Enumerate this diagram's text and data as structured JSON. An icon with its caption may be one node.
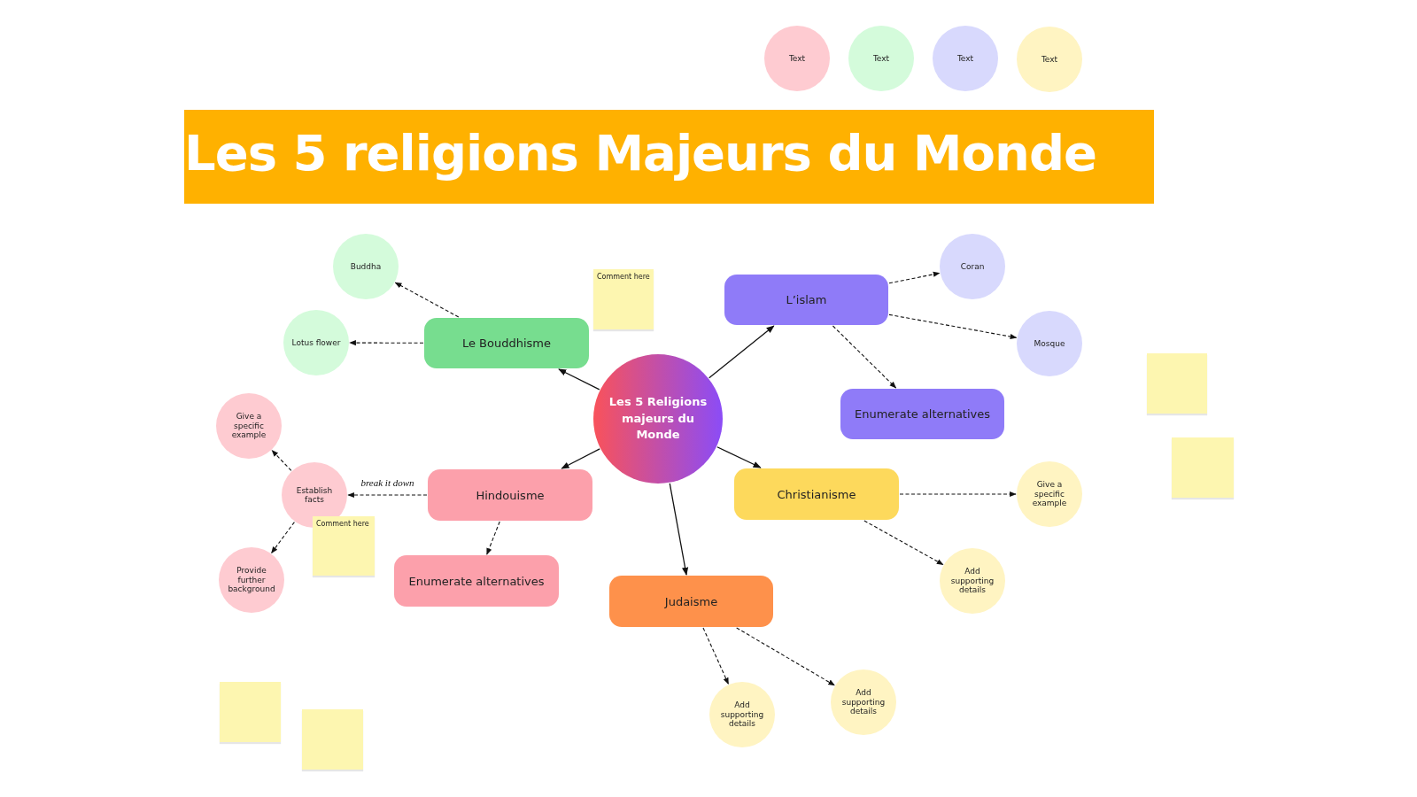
{
  "diagram": {
    "title": "Les 5 religions Majeurs du Monde",
    "nodes": [
      {
        "text": [
          "Text"
        ]
      },
      {
        "text": [
          "Text"
        ]
      },
      {
        "text": [
          "Text"
        ]
      },
      {
        "text": [
          "Text"
        ]
      },
      {
        "text": [
          "Les 5 Religions majeurs du Monde"
        ]
      },
      {
        "text": [
          "Le Bouddhisme"
        ]
      },
      {
        "text": [
          "Buddha"
        ]
      },
      {
        "text": [
          "Lotus flower"
        ]
      },
      {
        "text": [
          "Comment here"
        ]
      },
      {
        "text": [
          "L’islam"
        ]
      },
      {
        "text": [
          "Coran"
        ]
      },
      {
        "text": [
          "Mosque"
        ]
      },
      {
        "text": [
          "Enumerate alternatives"
        ]
      },
      {
        "text": [
          "Hindouisme"
        ]
      },
      {
        "text": [
          "Establish facts"
        ]
      },
      {
        "text": [
          "Give a specific example"
        ]
      },
      {
        "text": [
          "Provide further background"
        ]
      },
      {
        "text": [
          "Comment here"
        ]
      },
      {
        "text": [
          "Enumerate alternatives"
        ]
      },
      {
        "text": [
          "Christianisme"
        ]
      },
      {
        "text": [
          "Give a specific example"
        ]
      },
      {
        "text": [
          "Add supporting details"
        ]
      },
      {
        "text": [
          "Judaisme"
        ]
      },
      {
        "text": [
          "Add supporting details"
        ]
      },
      {
        "text": [
          "Add supporting details"
        ]
      },
      {
        "text": [],
        "shape": "box"
      },
      {
        "text": [],
        "shape": "box"
      },
      {
        "text": [],
        "shape": "box"
      },
      {
        "text": [],
        "shape": "box"
      }
    ],
    "edges": [
      {
        "from": 4,
        "to": 5,
        "arrow": "to"
      },
      {
        "from": 5,
        "to": 6,
        "arrow": "to",
        "style": "dashed"
      },
      {
        "from": 5,
        "to": 7,
        "arrow": "to",
        "style": "dashed"
      },
      {
        "from": 4,
        "to": 9,
        "arrow": "to"
      },
      {
        "from": 9,
        "to": 10,
        "arrow": "to",
        "style": "dashed"
      },
      {
        "from": 9,
        "to": 11,
        "arrow": "to",
        "style": "dashed"
      },
      {
        "from": 9,
        "to": 12,
        "arrow": "to",
        "style": "dashed"
      },
      {
        "from": 4,
        "to": 13,
        "arrow": "to"
      },
      {
        "from": 13,
        "to": 14,
        "arrow": "to",
        "style": "dashed",
        "label": "break it down"
      },
      {
        "from": 14,
        "to": 15,
        "arrow": "to",
        "style": "dashed"
      },
      {
        "from": 14,
        "to": 16,
        "arrow": "to",
        "style": "dashed"
      },
      {
        "from": 13,
        "to": 18,
        "arrow": "to",
        "style": "dashed"
      },
      {
        "from": 4,
        "to": 19,
        "arrow": "to"
      },
      {
        "from": 19,
        "to": 20,
        "arrow": "to",
        "style": "dashed"
      },
      {
        "from": 19,
        "to": 21,
        "arrow": "to",
        "style": "dashed"
      },
      {
        "from": 4,
        "to": 22,
        "arrow": "to"
      },
      {
        "from": 22,
        "to": 23,
        "arrow": "to",
        "style": "dashed"
      },
      {
        "from": 22,
        "to": 24,
        "arrow": "to",
        "style": "dashed"
      }
    ]
  }
}
